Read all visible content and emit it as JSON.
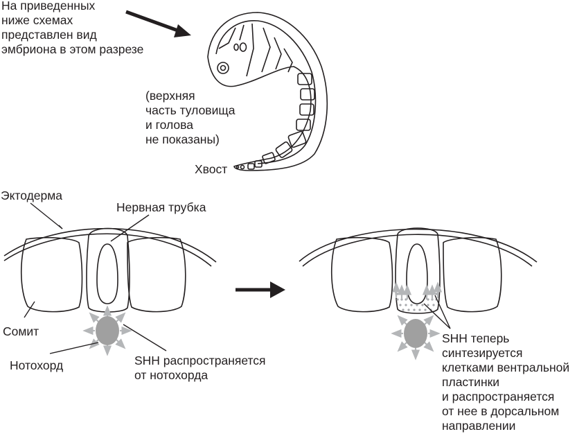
{
  "labels": {
    "intro": "На приведенных\nниже схемах\nпредставлен вид\nэмбриона в этом разрезе",
    "note": "(верхняя\nчасть туловища\nи голова\nне показаны)",
    "tail": "Хвост",
    "ectoderm": "Эктодерма",
    "neural_tube": "Нервная трубка",
    "somite": "Сомит",
    "notochord": "Нотохорд",
    "shh_notochord": "SHH распространяется\nот нотохорда",
    "shh_floorplate": "SHH теперь\nсинтезируется\nклетками вентральной\nпластинки\nи распространяется\nот нее в дорсальном\nнаправлении"
  },
  "colors": {
    "line": "#231f20",
    "shh_gray": "#a7a9ac",
    "notochord_fill": "#a0a0a0"
  }
}
